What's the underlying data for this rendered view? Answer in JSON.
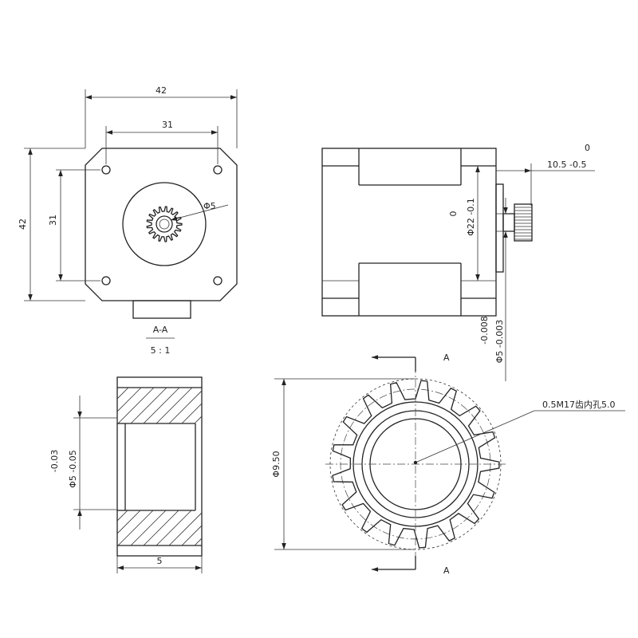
{
  "front_view": {
    "width_dim": "42",
    "hole_spacing_h": "31",
    "height_dim": "42",
    "hole_spacing_v": "31",
    "gear_dia": "Φ5"
  },
  "side_view": {
    "shaft_len_upper": "0",
    "shaft_len": "10.5  -0.5",
    "boss_tol_upper": "0",
    "boss_dia": "Φ22 -0.1",
    "shaft_tol": "-0.008",
    "shaft_dia": "Φ5 -0.003"
  },
  "section_label": "A-A",
  "section_scale": "5 : 1",
  "section_view": {
    "bore_tol": "-0.03",
    "bore_dia": "Φ5 -0.05",
    "width_dim": "5"
  },
  "gear_view": {
    "outer_dia": "Φ9.50",
    "note": "0.5M17齿内孔5.0",
    "cut_label_top": "A",
    "cut_label_bottom": "A"
  }
}
